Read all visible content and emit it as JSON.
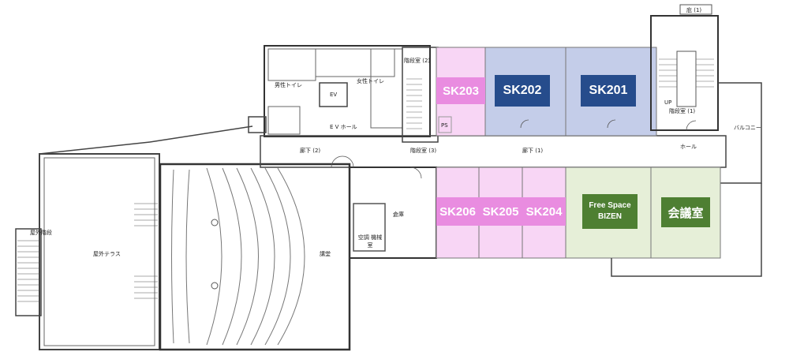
{
  "map": {
    "rooms": {
      "sk203": "SK203",
      "sk202": "SK202",
      "sk201": "SK201",
      "sk206": "SK206",
      "sk205": "SK205",
      "sk204": "SK204",
      "free_space_line1": "Free Space",
      "free_space_line2": "BIZEN",
      "meeting_room": "会議室"
    },
    "labels": {
      "exit": "庇 (1)",
      "stair2": "階段室 (2)",
      "stair1": "階段室 (1)",
      "mens_toilet": "男性トイレ",
      "womens_toilet": "女性トイレ",
      "ev": "EV",
      "ev_hall": "E V ホール",
      "corridor2": "廊下 (2)",
      "stair3": "階段室 (3)",
      "corridor1": "廊下 (1)",
      "hall": "ホール",
      "balcony": "バルコニー",
      "storage": "倉庫",
      "mech_room": "空調 機械室",
      "lecture_room": "講堂",
      "outdoor_terrace": "屋外テラス",
      "outdoor_stairs": "屋外階段",
      "ps": "PS",
      "up": "UP"
    },
    "colors": {
      "pink_fill": "#f8d6f5",
      "pink_tag": "#e98ce0",
      "blue_fill": "#c4cde9",
      "blue_tag": "#264c8c",
      "green_fill": "#e6efd8",
      "green_tag": "#4e7f32"
    }
  }
}
